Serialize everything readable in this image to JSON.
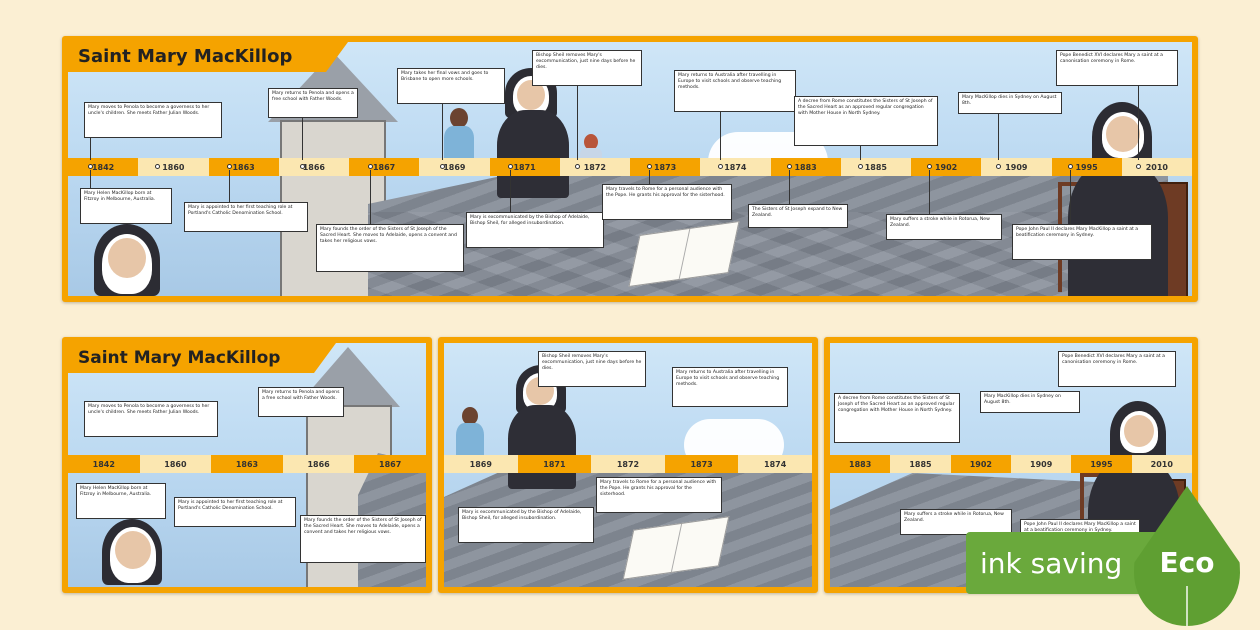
{
  "title": "Saint Mary MacKillop",
  "years_full": [
    "1842",
    "1860",
    "1863",
    "1866",
    "1867",
    "1869",
    "1871",
    "1872",
    "1873",
    "1874",
    "1883",
    "1885",
    "1902",
    "1909",
    "1995",
    "2010"
  ],
  "years_part1": [
    "1842",
    "1860",
    "1863",
    "1866",
    "1867"
  ],
  "years_part2": [
    "1869",
    "1871",
    "1872",
    "1873",
    "1874"
  ],
  "years_part3": [
    "1883",
    "1885",
    "1902",
    "1909",
    "1995",
    "2010"
  ],
  "events": {
    "born": "Mary Helen MacKillop born at Fitzroy in Melbourne, Australia.",
    "governess": "Mary moves to Penola to become a governess to her uncle's children. She meets Father Julian Woods.",
    "teaching": "Mary is appointed to her first teaching role at Portland's Catholic Denomination School.",
    "free_school": "Mary returns to Penola and opens a free school with Father Woods.",
    "founds_order": "Mary founds the order of the Sisters of St Joseph of the Sacred Heart. She moves to Adelaide, opens a convent and takes her religious vows.",
    "brisbane": "Mary takes her final vows and goes to Brisbane to open more schools.",
    "excommunicated": "Mary is excommunicated by the Bishop of Adelaide, Bishop Sheil, for alleged insubordination.",
    "removed": "Bishop Sheil removes Mary's excommunication, just nine days before he dies.",
    "rome": "Mary travels to Rome for a personal audience with the Pope. He grants his approval for the sisterhood.",
    "returns": "Mary returns to Australia after travelling in Europe to visit schools and observe teaching methods.",
    "decree": "A decree from Rome constitutes the Sisters of St Joseph of the Sacred Heart as an approved regular congregation with Mother House in North Sydney.",
    "nz": "The Sisters of St Joseph expand to New Zealand.",
    "stroke": "Mary suffers a stroke while in Rotorua, New Zealand.",
    "dies": "Mary MacKillop dies in Sydney on August 8th.",
    "blessed": "Pope John Paul II declares Mary MacKillop a saint at a beatification ceremony in Sydney.",
    "saint": "Pope Benedict XVI declares Mary a saint at a canonisation ceremony in Rome."
  },
  "eco_badge": {
    "label": "ink saving",
    "leaf": "Eco"
  }
}
